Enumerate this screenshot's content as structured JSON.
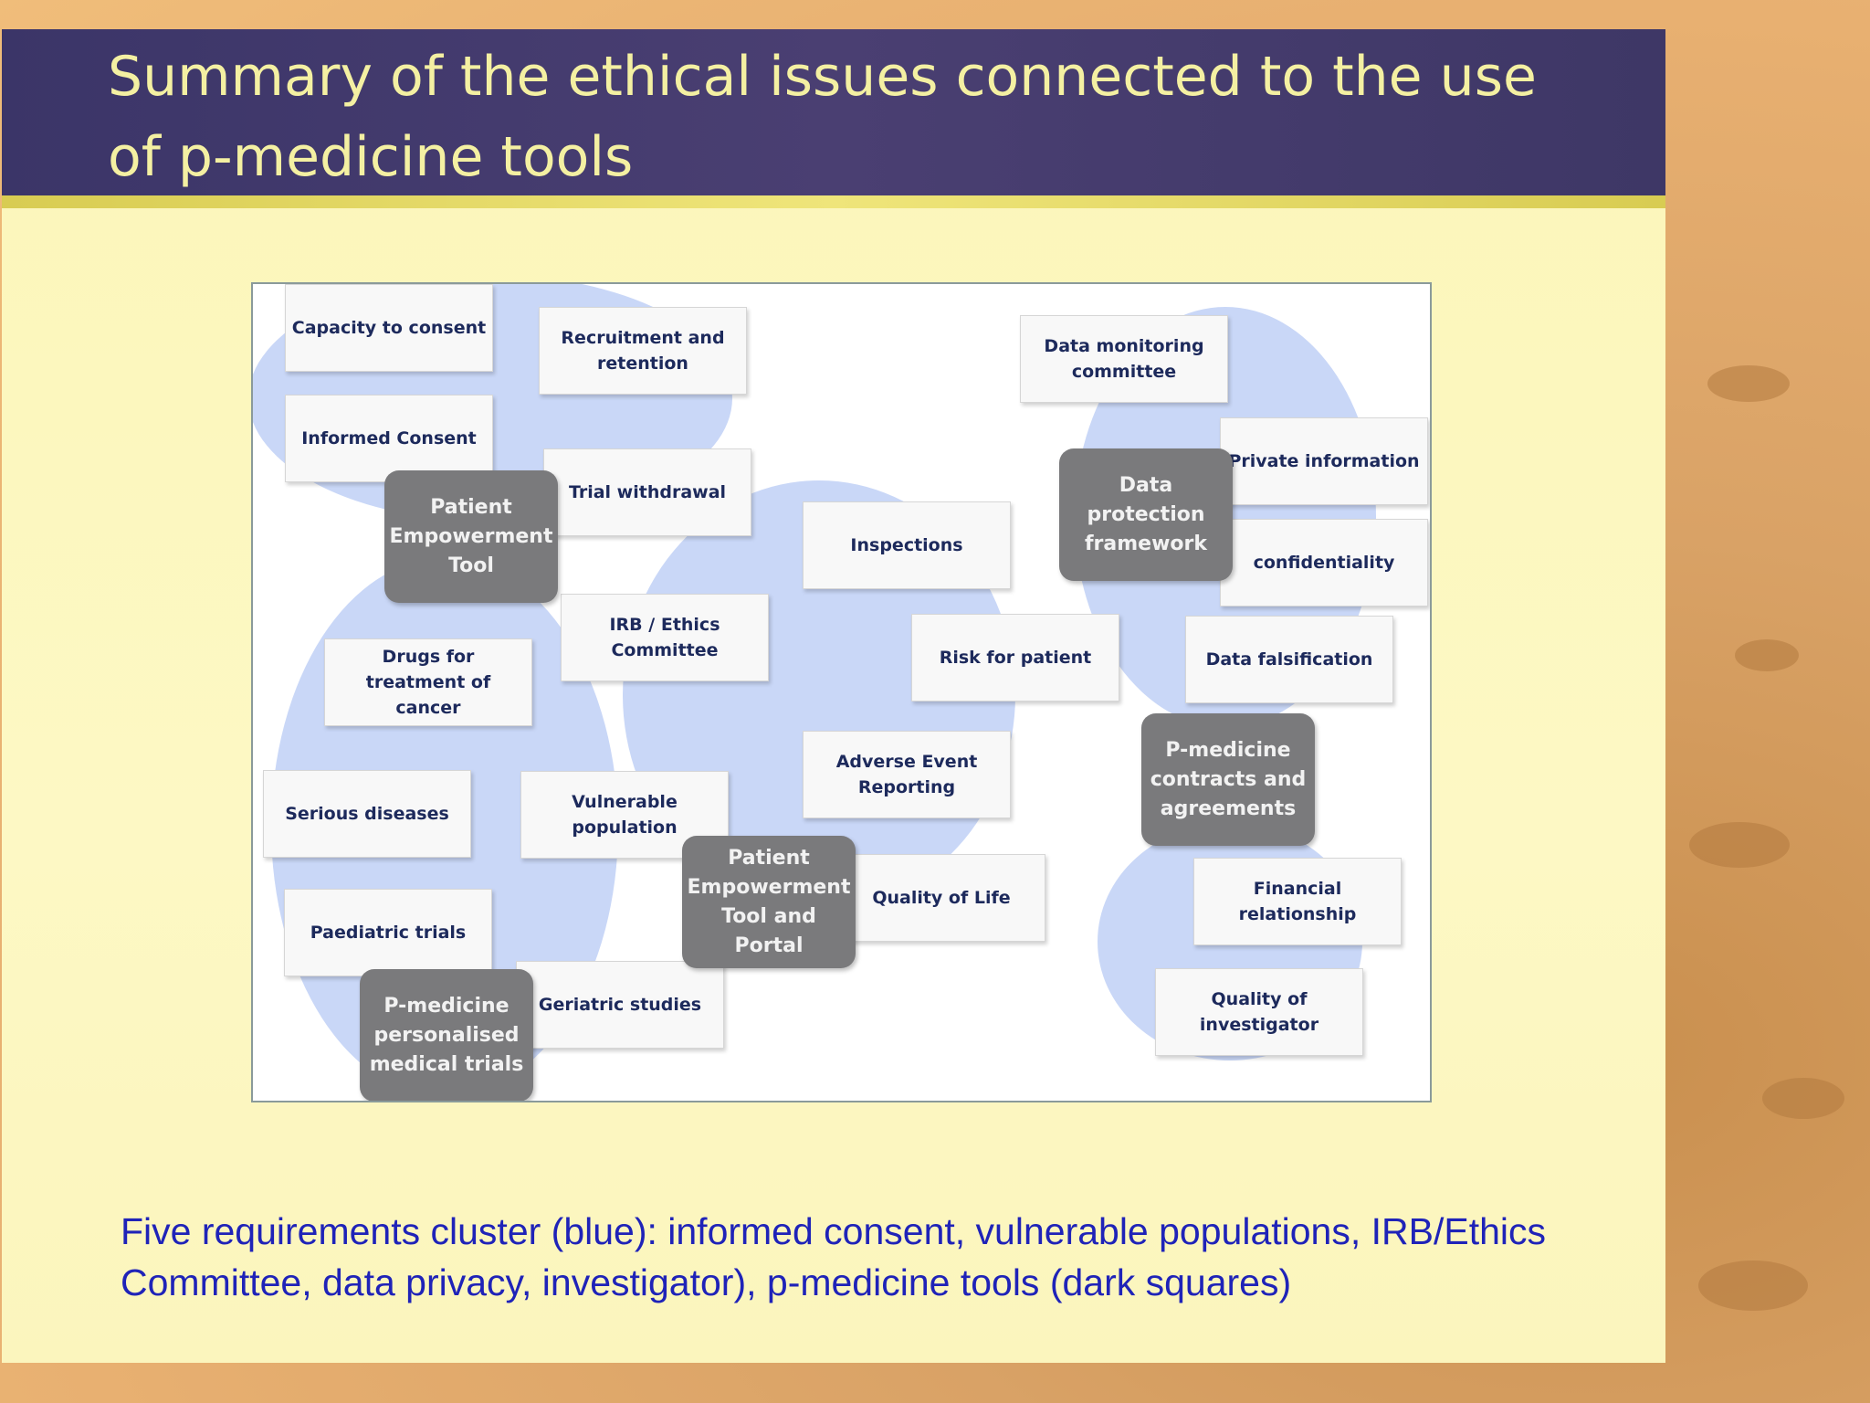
{
  "title": "Summary of the ethical issues connected to the use of p-medicine tools",
  "diagram": {
    "topics": {
      "capacity_to_consent": "Capacity to consent",
      "recruitment_retention": "Recruitment and retention",
      "informed_consent": "Informed Consent",
      "trial_withdrawal": "Trial withdrawal",
      "irb_ethics": "IRB / Ethics Committee",
      "drugs_cancer": "Drugs for treatment of cancer",
      "serious_diseases": "Serious diseases",
      "vulnerable_population": "Vulnerable population",
      "paediatric_trials": "Paediatric trials",
      "geriatric_studies": "Geriatric studies",
      "inspections": "Inspections",
      "risk_for_patient": "Risk for patient",
      "adverse_event": "Adverse Event Reporting",
      "quality_of_life": "Quality of Life",
      "data_monitoring": "Data monitoring committee",
      "private_information": "Private information",
      "confidentiality": "confidentiality",
      "data_falsification": "Data falsification",
      "financial_relationship": "Financial relationship",
      "quality_investigator": "Quality of investigator"
    },
    "tools": {
      "patient_empowerment_tool": "Patient Empowerment Tool",
      "data_protection_framework": "Data protection framework",
      "contracts_agreements": "P-medicine contracts and agreements",
      "empowerment_portal": "Patient Empowerment Tool and Portal",
      "personalised_trials": "P-medicine personalised medical trials"
    }
  },
  "caption": "Five requirements cluster (blue): informed consent, vulnerable populations, IRB/Ethics Committee, data privacy, investigator), p-medicine tools (dark squares)",
  "colors": {
    "title_bar": "#3b3568",
    "title_text": "#f4f0a2",
    "slide_bg": "#fdf8c4",
    "cluster": "#c9d7f7",
    "tool_box": "#7a7a7c",
    "topic_text": "#1d2a5c",
    "caption_text": "#1f23b8"
  }
}
